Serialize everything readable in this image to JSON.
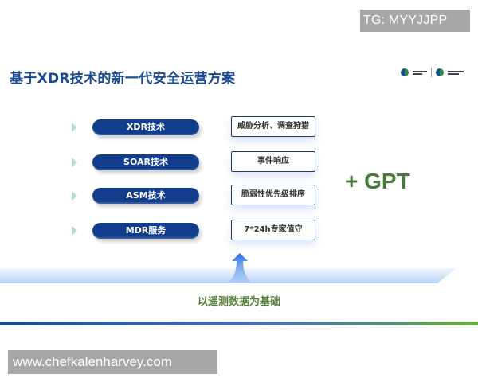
{
  "watermarks": {
    "top": "TG: MYYJJPP",
    "bottom": "www.chefkalenharvey.com"
  },
  "slide": {
    "title": "基于XDR技术的新一代安全运营方案",
    "logos": [
      "sangfor-logo",
      "partner-logo"
    ],
    "rows": [
      {
        "tech": "XDR技术",
        "capability": "威胁分析、调查狩猎"
      },
      {
        "tech": "SOAR技术",
        "capability": "事件响应"
      },
      {
        "tech": "ASM技术",
        "capability": "脆弱性优先级排序"
      },
      {
        "tech": "MDR服务",
        "capability": "7*24h专家值守"
      }
    ],
    "addon": "+ GPT",
    "foundation": "以遥测数据为基础"
  },
  "colors": {
    "title": "#1a4a8f",
    "pill": "#123d8c",
    "gpt": "#4a7a3a",
    "foundation": "#5a8040"
  }
}
